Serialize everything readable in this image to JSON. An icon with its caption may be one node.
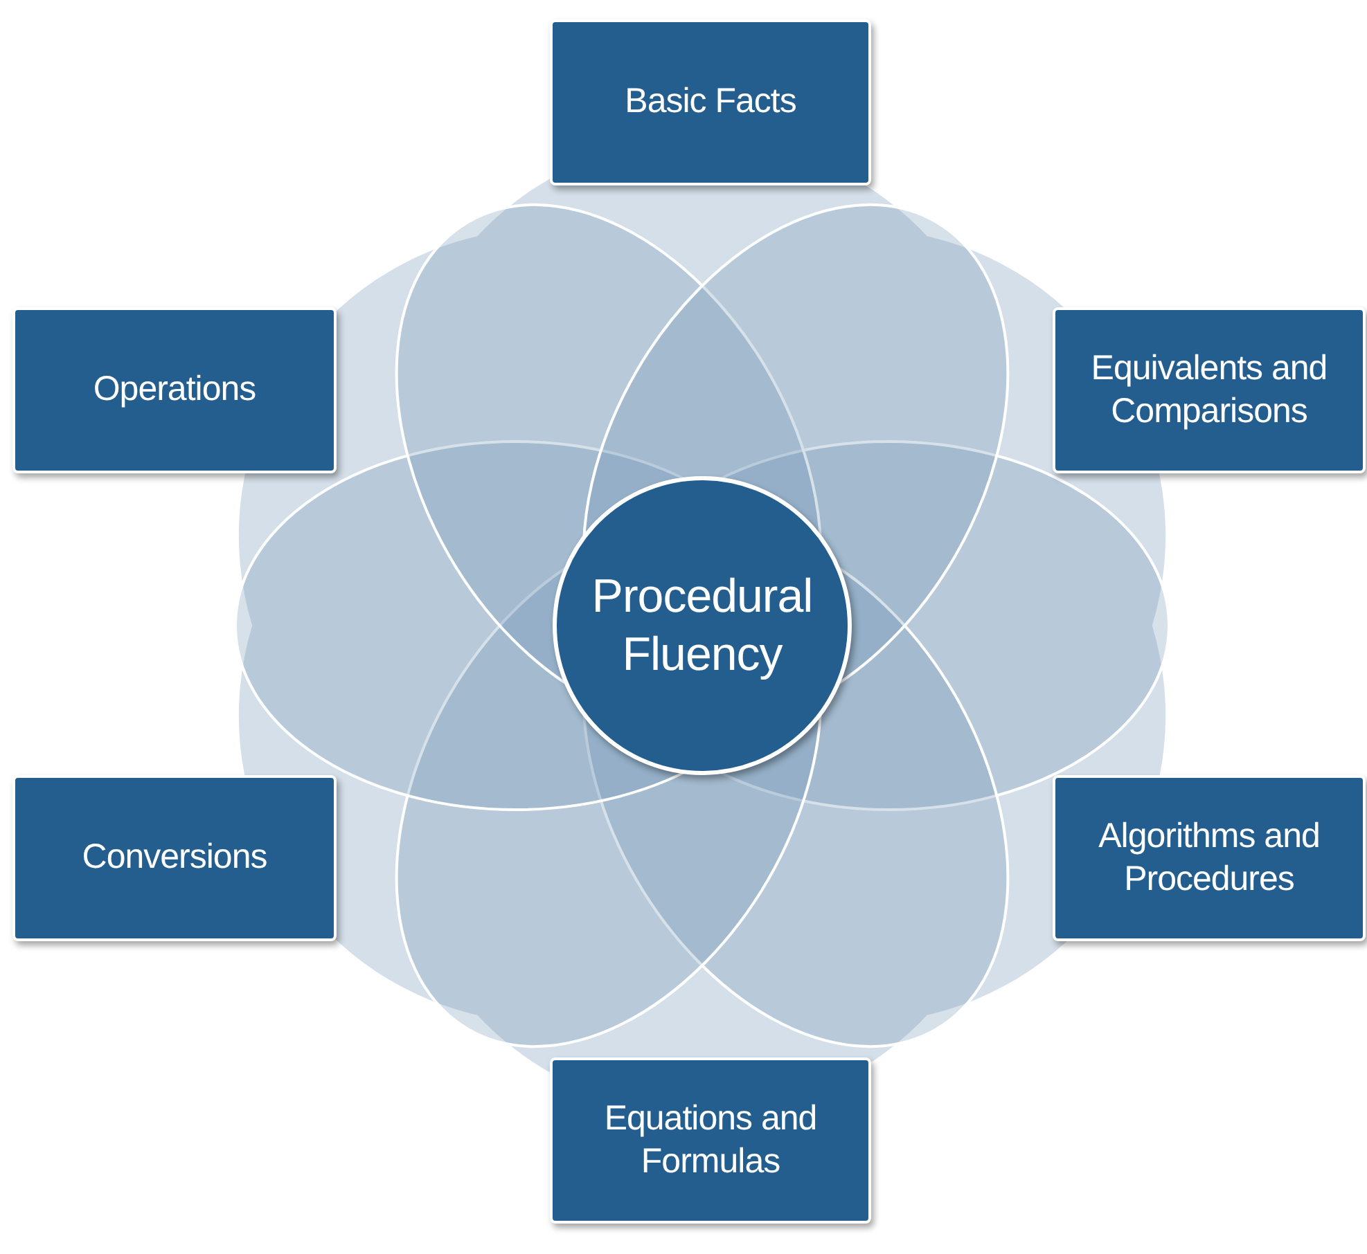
{
  "diagram": {
    "nodes": [
      {
        "text": [
          "Procedural Fluency"
        ]
      },
      {
        "text": [
          "Basic Facts"
        ]
      },
      {
        "text": [
          "Operations"
        ]
      },
      {
        "text": [
          "Equivalents and Comparisons"
        ]
      },
      {
        "text": [
          "Conversions"
        ]
      },
      {
        "text": [
          "Algorithms and Procedures"
        ]
      },
      {
        "text": [
          "Equations and Formulas"
        ]
      }
    ]
  }
}
